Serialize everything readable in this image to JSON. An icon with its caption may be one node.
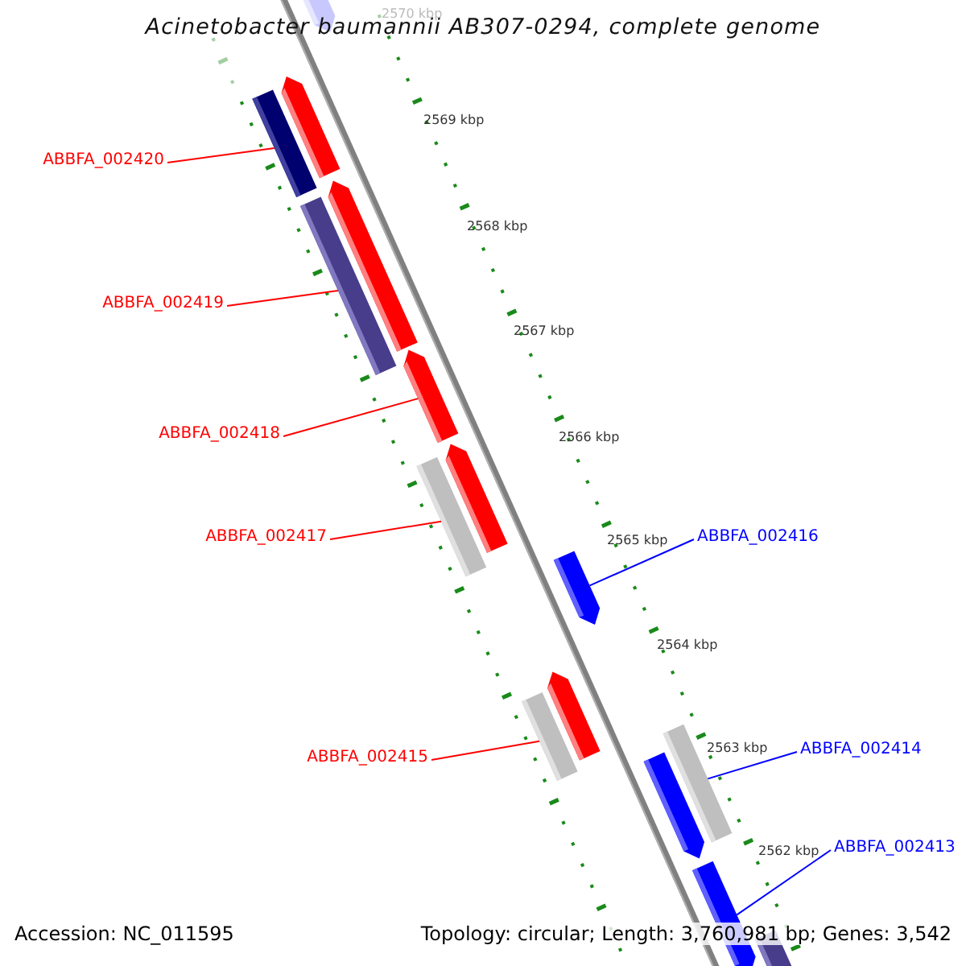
{
  "diagram": {
    "title": "Acinetobacter baumannii AB307-0294, complete genome",
    "nodes": [
      {
        "text": [
          "ABBFA_002420"
        ]
      },
      {
        "text": [
          "ABBFA_002419"
        ]
      },
      {
        "text": [
          "ABBFA_002418"
        ]
      },
      {
        "text": [
          "ABBFA_002417"
        ]
      },
      {
        "text": [
          "ABBFA_002416"
        ]
      },
      {
        "text": [
          "ABBFA_002414"
        ]
      },
      {
        "text": [
          "ABBFA_002415"
        ]
      },
      {
        "text": [
          "ABBFA_002413"
        ]
      },
      {
        "text": [],
        "shape": "bar"
      },
      {
        "text": [],
        "shape": "bar"
      },
      {
        "text": [],
        "shape": "bar"
      },
      {
        "text": [],
        "shape": "bar"
      },
      {
        "text": [],
        "shape": "bar"
      },
      {
        "text": [],
        "shape": "bar"
      },
      {
        "text": [],
        "shape": "bar"
      },
      {
        "text": [],
        "shape": "bar"
      }
    ],
    "edges": [
      {
        "from": 0,
        "to": 8,
        "arrow": "none"
      },
      {
        "from": 1,
        "to": 9,
        "arrow": "none"
      },
      {
        "from": 2,
        "to": 10,
        "arrow": "none"
      },
      {
        "from": 3,
        "to": 11,
        "arrow": "none"
      },
      {
        "from": 4,
        "to": 12,
        "arrow": "none",
        "color": "#0000ff"
      },
      {
        "from": 6,
        "to": 13,
        "arrow": "none"
      },
      {
        "from": 5,
        "to": 14,
        "arrow": "none",
        "color": "#0000ff"
      },
      {
        "from": 7,
        "to": 15,
        "arrow": "none",
        "color": "#0000ff"
      }
    ],
    "labels": [
      "2570 kbp",
      "2569 kbp",
      "2568 kbp",
      "2567 kbp",
      "2566 kbp",
      "2565 kbp",
      "2564 kbp",
      "2563 kbp",
      "2562 kbp",
      "Accession: NC_011595",
      "Topology: circular; Length: 3,760,981 bp; Genes: 3,542"
    ]
  }
}
